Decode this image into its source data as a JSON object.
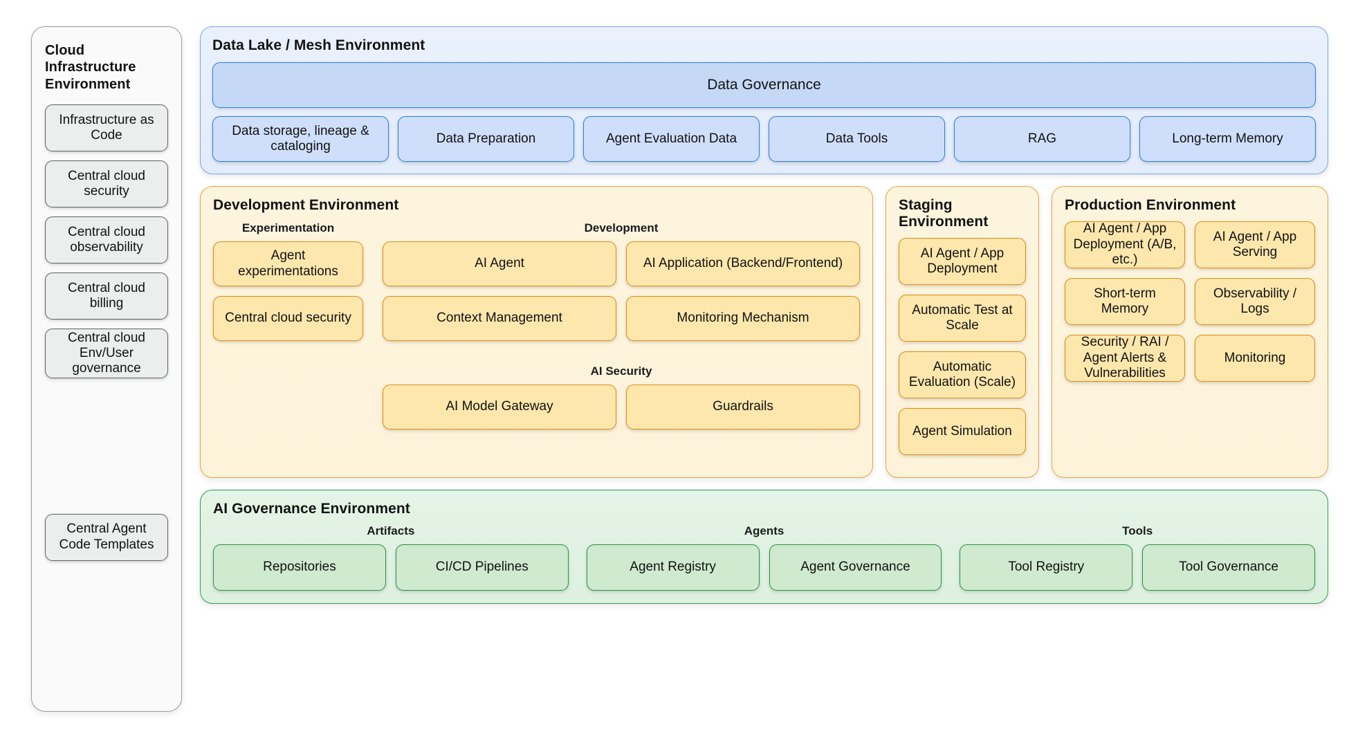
{
  "cloud_infrastructure": {
    "title": "Cloud Infrastructure Environment",
    "items": [
      {
        "label": "Infrastructure as Code"
      },
      {
        "label": "Central cloud security"
      },
      {
        "label": "Central cloud observability"
      },
      {
        "label": "Central cloud billing"
      },
      {
        "label": "Central cloud Env/User governance"
      }
    ],
    "bottom_items": [
      {
        "label": "Central Agent Code Templates"
      }
    ],
    "box_fill": "#eceded",
    "box_border": "#5f6368"
  },
  "data_lake": {
    "title": "Data Lake / Mesh Environment",
    "governance_label": "Data Governance",
    "items": [
      {
        "label": "Data storage, lineage & cataloging"
      },
      {
        "label": "Data Preparation"
      },
      {
        "label": "Agent Evaluation Data"
      },
      {
        "label": "Data Tools"
      },
      {
        "label": "RAG"
      },
      {
        "label": "Long-term Memory"
      }
    ],
    "fill": "#eaf1fd",
    "border": "#7aa7e8",
    "box_fill": "#cfdffb",
    "box_border": "#2a7de1"
  },
  "development": {
    "title": "Development Environment",
    "groups": {
      "experimentation": {
        "label": "Experimentation",
        "items": [
          {
            "label": "Agent experimentations"
          },
          {
            "label": "Central cloud security"
          }
        ]
      },
      "development": {
        "label": "Development",
        "col1": [
          {
            "label": "AI Agent"
          },
          {
            "label": "Context Management"
          }
        ],
        "col2": [
          {
            "label": "AI Application (Backend/Frontend)"
          },
          {
            "label": "Monitoring Mechanism"
          }
        ]
      },
      "ai_security": {
        "label": "AI Security",
        "items": [
          {
            "label": "AI Model Gateway"
          },
          {
            "label": "Guardrails"
          }
        ]
      }
    },
    "fill": "#fdf4de",
    "border": "#e8a33d",
    "box_fill": "#fde7ad",
    "box_border": "#e08b10"
  },
  "staging": {
    "title": "Staging Environment",
    "items": [
      {
        "label": "AI Agent / App Deployment"
      },
      {
        "label": "Automatic Test at Scale"
      },
      {
        "label": "Automatic Evaluation (Scale)"
      },
      {
        "label": "Agent Simulation"
      }
    ]
  },
  "production": {
    "title": "Production Environment",
    "col1": [
      {
        "label": "AI Agent / App Deployment (A/B, etc.)"
      },
      {
        "label": "Short-term Memory"
      },
      {
        "label": "Security / RAI / Agent Alerts & Vulnerabilities"
      }
    ],
    "col2": [
      {
        "label": "AI Agent / App Serving"
      },
      {
        "label": "Observability / Logs"
      },
      {
        "label": "Monitoring"
      }
    ]
  },
  "ai_governance": {
    "title": "AI Governance Environment",
    "groups": [
      {
        "label": "Artifacts",
        "items": [
          {
            "label": "Repositories"
          },
          {
            "label": "CI/CD Pipelines"
          }
        ]
      },
      {
        "label": "Agents",
        "items": [
          {
            "label": "Agent Registry"
          },
          {
            "label": "Agent Governance"
          }
        ]
      },
      {
        "label": "Tools",
        "items": [
          {
            "label": "Tool Registry"
          },
          {
            "label": "Tool Governance"
          }
        ]
      }
    ],
    "fill": "#e4f4e6",
    "border": "#2e9e4f",
    "box_fill": "#cfeacf",
    "box_border": "#2b8f3f"
  }
}
